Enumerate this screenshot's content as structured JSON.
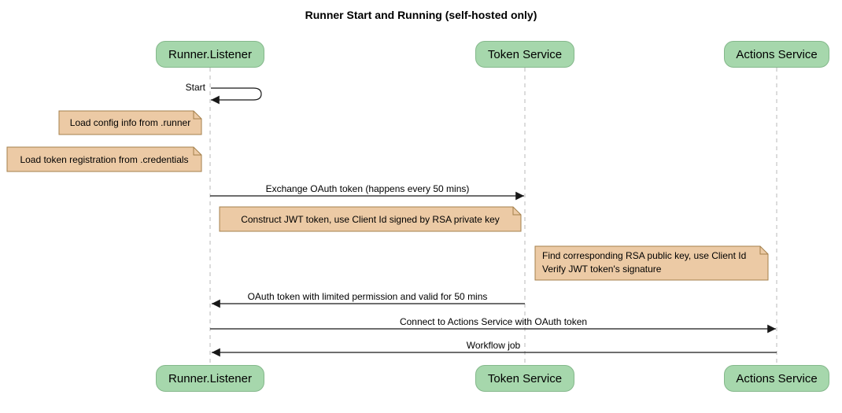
{
  "diagram": {
    "title": "Runner Start and Running (self-hosted only)",
    "type": "uml-sequence"
  },
  "participants": [
    {
      "name": "Runner.Listener"
    },
    {
      "name": "Token Service"
    },
    {
      "name": "Actions Service"
    }
  ],
  "messages": [
    {
      "from": "Runner.Listener",
      "to": "Runner.Listener",
      "kind": "self",
      "label": "Start"
    },
    {
      "from": "Runner.Listener",
      "to": "Token Service",
      "kind": "arrow",
      "label": "Exchange OAuth token (happens every 50 mins)"
    },
    {
      "from": "Token Service",
      "to": "Runner.Listener",
      "kind": "arrow",
      "label": "OAuth token with limited permission and valid for 50 mins"
    },
    {
      "from": "Runner.Listener",
      "to": "Actions Service",
      "kind": "arrow",
      "label": "Connect to Actions Service with OAuth token"
    },
    {
      "from": "Actions Service",
      "to": "Runner.Listener",
      "kind": "arrow",
      "label": "Workflow job"
    }
  ],
  "notes": [
    {
      "attached_to": "Runner.Listener",
      "text": "Load config info from .runner"
    },
    {
      "attached_to": "Runner.Listener",
      "text": "Load token registration from .credentials"
    },
    {
      "attached_to": "Runner.Listener",
      "text": "Construct JWT token, use Client Id signed by RSA private key"
    },
    {
      "attached_to": "Actions Service",
      "text": "Find corresponding RSA public key, use Client Id\nVerify JWT token's signature"
    }
  ],
  "colors": {
    "participant_fill": "#a6d7ac",
    "participant_border": "#84b88b",
    "note_fill": "#eccaa5",
    "note_border": "#a5804c",
    "lifeline": "#b8b8b8",
    "line": "#181818",
    "text": "#000000",
    "background": "#ffffff"
  }
}
